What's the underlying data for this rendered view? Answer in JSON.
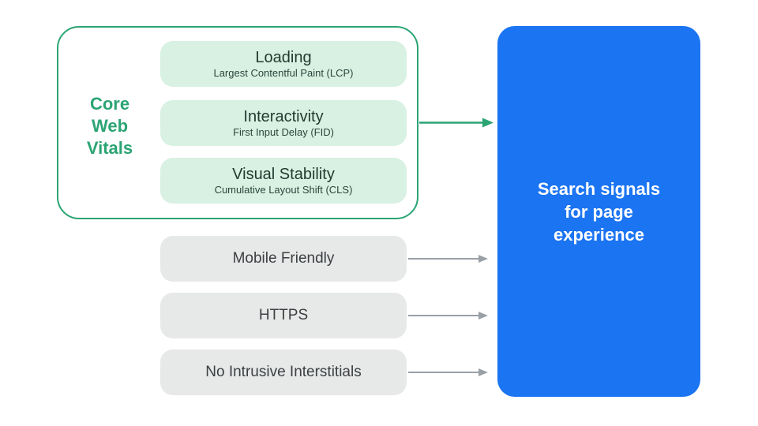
{
  "colors": {
    "green": "#2BA473",
    "mint_fill": "#D8F1E3",
    "mint_text": "#213B31",
    "gray_fill": "#E7E8E8",
    "gray_text": "#3C4043",
    "gray_arrow": "#9AA0A6",
    "blue": "#1B74F2",
    "white": "#FFFFFF"
  },
  "core_web_vitals": {
    "label": "Core\nWeb\nVitals",
    "items": [
      {
        "title": "Loading",
        "subtitle": "Largest Contentful Paint (LCP)"
      },
      {
        "title": "Interactivity",
        "subtitle": "First Input Delay (FID)"
      },
      {
        "title": "Visual Stability",
        "subtitle": "Cumulative Layout Shift (CLS)"
      }
    ]
  },
  "other_signals": [
    {
      "label": "Mobile Friendly"
    },
    {
      "label": "HTTPS"
    },
    {
      "label": "No Intrusive Interstitials"
    }
  ],
  "result": {
    "label": "Search signals\nfor page\nexperience"
  }
}
